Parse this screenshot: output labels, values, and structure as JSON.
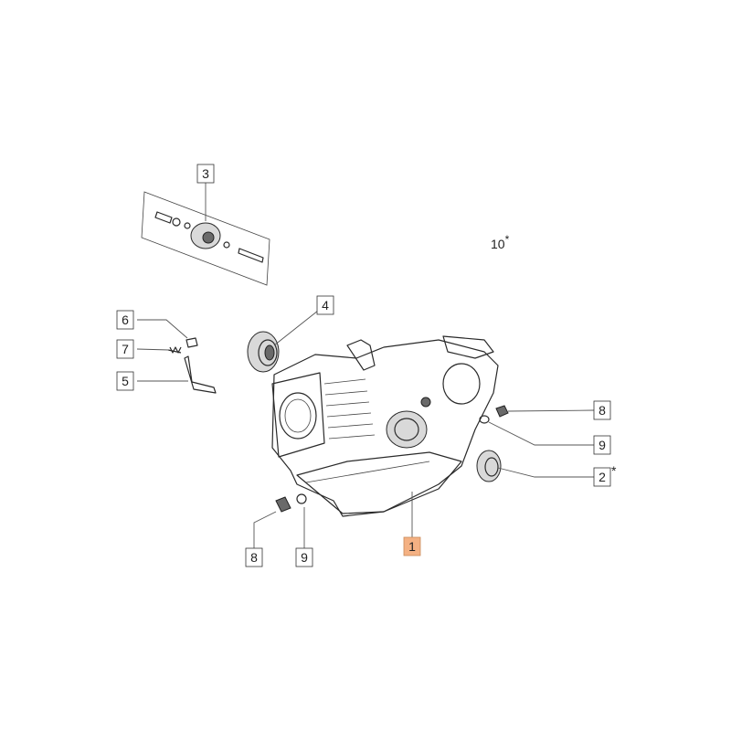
{
  "callouts": [
    {
      "id": "c3",
      "number": "3",
      "suffix": ""
    },
    {
      "id": "c10",
      "number": "10",
      "suffix": "*"
    },
    {
      "id": "c4",
      "number": "4",
      "suffix": ""
    },
    {
      "id": "c6",
      "number": "6",
      "suffix": ""
    },
    {
      "id": "c7",
      "number": "7",
      "suffix": ""
    },
    {
      "id": "c5",
      "number": "5",
      "suffix": ""
    },
    {
      "id": "c8a",
      "number": "8",
      "suffix": ""
    },
    {
      "id": "c9a",
      "number": "9",
      "suffix": ""
    },
    {
      "id": "c2",
      "number": "2",
      "suffix": "*"
    },
    {
      "id": "c1",
      "number": "1",
      "suffix": "",
      "highlight": true,
      "highlight_color": "#f4b183"
    },
    {
      "id": "c8b",
      "number": "8",
      "suffix": ""
    },
    {
      "id": "c9b",
      "number": "9",
      "suffix": ""
    }
  ],
  "colors": {
    "line": "#2a2a2a",
    "highlight": "#f4b183",
    "background": "#ffffff"
  }
}
